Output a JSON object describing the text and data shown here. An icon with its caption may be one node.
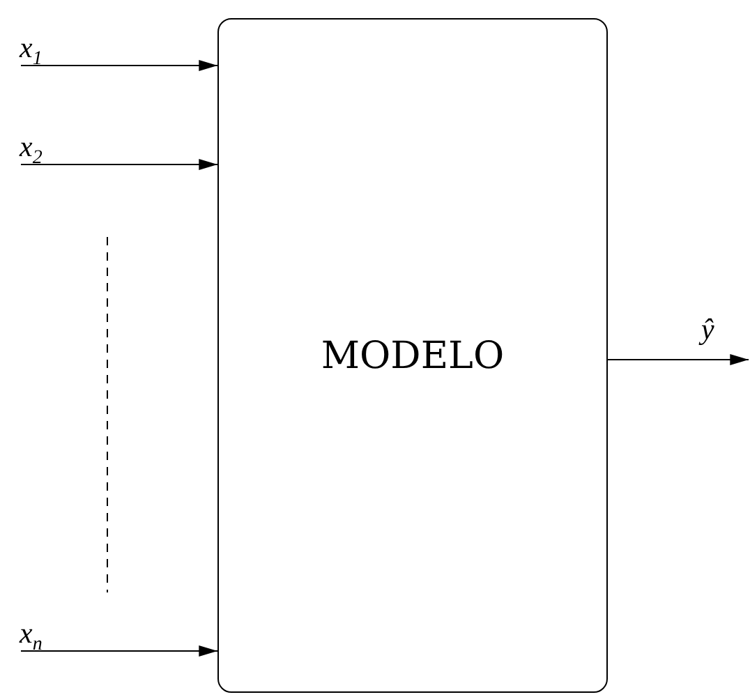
{
  "diagram": {
    "nodes": [
      {
        "text": [
          "MODELO"
        ]
      },
      {
        "text": [
          "x$_{1}$"
        ]
      },
      {
        "text": [
          "x$_{2}$"
        ]
      },
      {
        "text": [
          "x$_{n}$"
        ]
      },
      {
        "text": [
          "ŷ"
        ]
      }
    ],
    "edges": [
      {
        "from": 1,
        "to": 0,
        "arrow": "to"
      },
      {
        "from": 2,
        "to": 0,
        "arrow": "to"
      },
      {
        "from": 3,
        "to": 0,
        "arrow": "to"
      },
      {
        "from": 0,
        "to": 4,
        "arrow": "to"
      }
    ]
  }
}
